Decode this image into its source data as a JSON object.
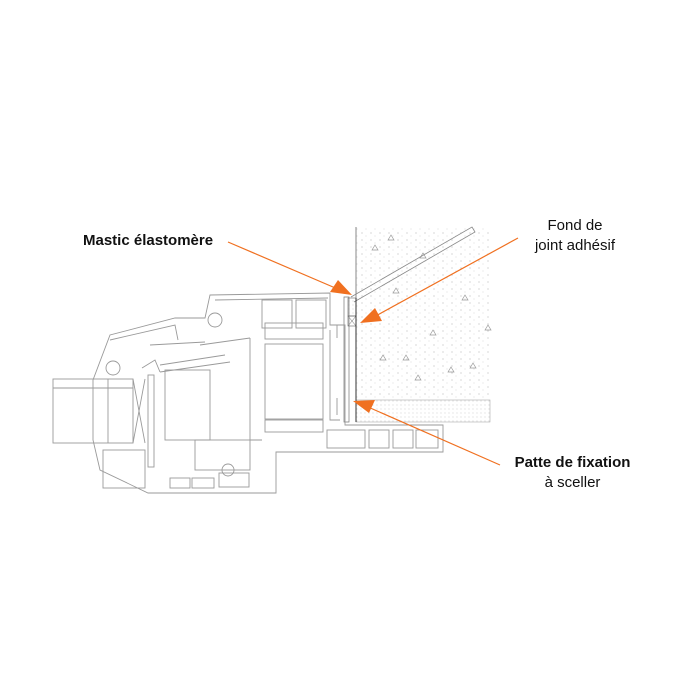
{
  "labels": {
    "mastic": "Mastic élastomère",
    "fond_line1": "Fond de",
    "fond_line2": "joint adhésif",
    "patte_line1": "Patte de fixation",
    "patte_line2": "à sceller"
  },
  "colors": {
    "arrow": "#f07020",
    "line": "#9a9a9a",
    "dark": "#333333"
  }
}
